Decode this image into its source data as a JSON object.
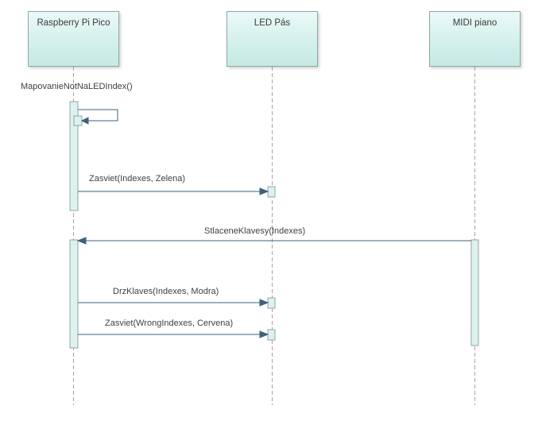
{
  "diagram": {
    "type": "uml-sequence",
    "lifelines": [
      {
        "label": "Raspberry Pi Pico"
      },
      {
        "label": "LED Pás"
      },
      {
        "label": "MIDI piano"
      }
    ],
    "messages": [
      {
        "label": "MapovanieNotNaLEDIndex()",
        "from": "Raspberry Pi Pico",
        "to": "Raspberry Pi Pico"
      },
      {
        "label": "Zasviet(Indexes, Zelena)",
        "from": "Raspberry Pi Pico",
        "to": "LED Pás"
      },
      {
        "label": "StlaceneKlavesy(Indexes)",
        "from": "MIDI piano",
        "to": "Raspberry Pi Pico"
      },
      {
        "label": "DrzKlaves(Indexes, Modra)",
        "from": "Raspberry Pi Pico",
        "to": "LED Pás"
      },
      {
        "label": "Zasviet(WrongIndexes, Cervena)",
        "from": "Raspberry Pi Pico",
        "to": "LED Pás"
      }
    ],
    "colors": {
      "node_fill_top": "#eafaf8",
      "node_fill_bottom": "#c6e9e4",
      "node_border": "#8fa6a6",
      "activation_fill": "#ddf2ef",
      "arrow": "#3d6278",
      "lifeline": "#b59e9e",
      "text": "#404040",
      "background": "#ffffff"
    }
  }
}
